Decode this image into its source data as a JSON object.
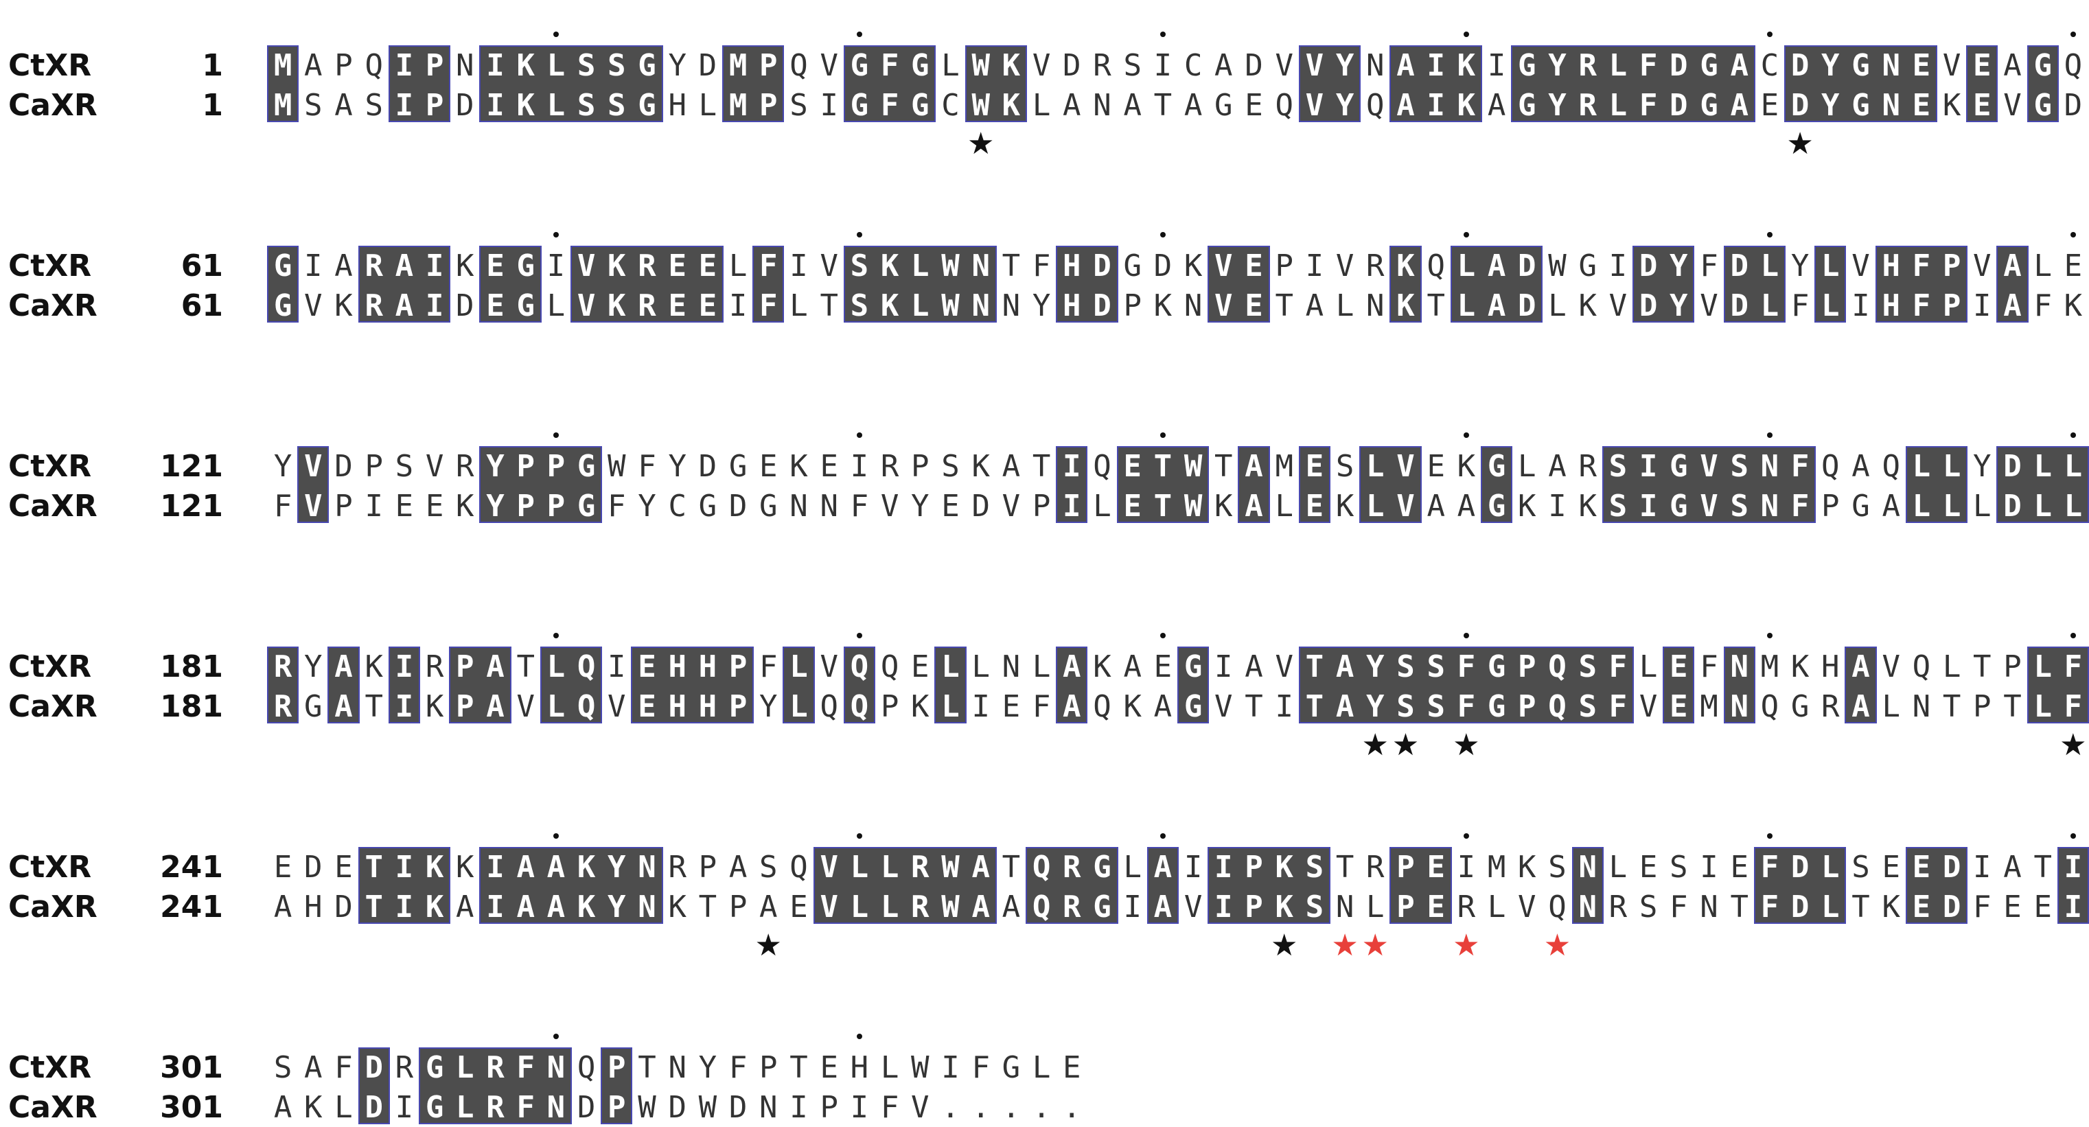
{
  "alignment": {
    "blocks": [
      {
        "rows": [
          {
            "name": "CtXR",
            "start": "1",
            "seq": "MAPQIPNIKLSSGYDMPQVGFGLWKVDRSICADVVYNAIKIGYRLFDGACDYGNEVEAGQ"
          },
          {
            "name": "CaXR",
            "start": "1",
            "seq": "MSASIPDIKLSSGHLMPSIGFGCWKLANATAGEQVYQAIKAGYRLFDGAEDYGNEKEVGD"
          }
        ],
        "black_stars": [
          23,
          50
        ],
        "red_stars": []
      },
      {
        "rows": [
          {
            "name": "CtXR",
            "start": "61",
            "seq": "GIARAIKEGIVKREELFIVSKLWNTFHDGDKVEPIVRKQLADWGIDYFDLYLVHFPVALE"
          },
          {
            "name": "CaXR",
            "start": "61",
            "seq": "GVKRAIDEGLVKREEIFLTSKLWNNYHDPKNVETALNKTLADLKVDYVDLFLIHFPIAFK"
          }
        ],
        "black_stars": [],
        "red_stars": []
      },
      {
        "rows": [
          {
            "name": "CtXR",
            "start": "121",
            "seq": "YVDPSVRYPPGWFYDGEKEIRPSKATIQETWTAMESLVEKGLARSIGVSNFQAQLLYDLL"
          },
          {
            "name": "CaXR",
            "start": "121",
            "seq": "FVPIEEKYPPGFYCGDGNNFVYEDVPILETWKALEKLVAAGKIKSIGVSNFPGALLLDLL"
          }
        ],
        "black_stars": [],
        "red_stars": []
      },
      {
        "rows": [
          {
            "name": "CtXR",
            "start": "181",
            "seq": "RYAKIRPATLQIEHHPFLVQQELLNLAKAEGIAVTAYSSFGPQSFLEFNMKHAVQLTPLF"
          },
          {
            "name": "CaXR",
            "start": "181",
            "seq": "RGATIKPAVLQVEHHPYLQQPKLIEFAQKAGVTITAYSSFGPQSFVEMNQGRALNTPTLF"
          }
        ],
        "black_stars": [
          36,
          37,
          39,
          59
        ],
        "red_stars": []
      },
      {
        "rows": [
          {
            "name": "CtXR",
            "start": "241",
            "seq": "EDETIKKIAAKYNRPASQVLLRWATQRGLAIIPKSTRPEIMKSNLESIEFDLSEEDIATI"
          },
          {
            "name": "CaXR",
            "start": "241",
            "seq": "AHDTIKAIAAKYNKTPAEVLLRWAAQRGIAVIPKSNLPERLVQNRSFNTFDLTKEDFEEI"
          }
        ],
        "black_stars": [
          16,
          33
        ],
        "red_stars": [
          35,
          36,
          39,
          42
        ]
      },
      {
        "rows": [
          {
            "name": "CtXR",
            "start": "301",
            "seq": "SAFDRGLRFNQPTNYFPTEHLWIFGLE"
          },
          {
            "name": "CaXR",
            "start": "301",
            "seq": "AKLDIGLRFNDPWDWDNIPIFV....."
          }
        ],
        "black_stars": [],
        "red_stars": []
      }
    ],
    "colors": {
      "box_fill": "#4d4d4d",
      "box_border": "#4848b0",
      "black_star": "#111111",
      "red_star": "#e8403a"
    }
  }
}
